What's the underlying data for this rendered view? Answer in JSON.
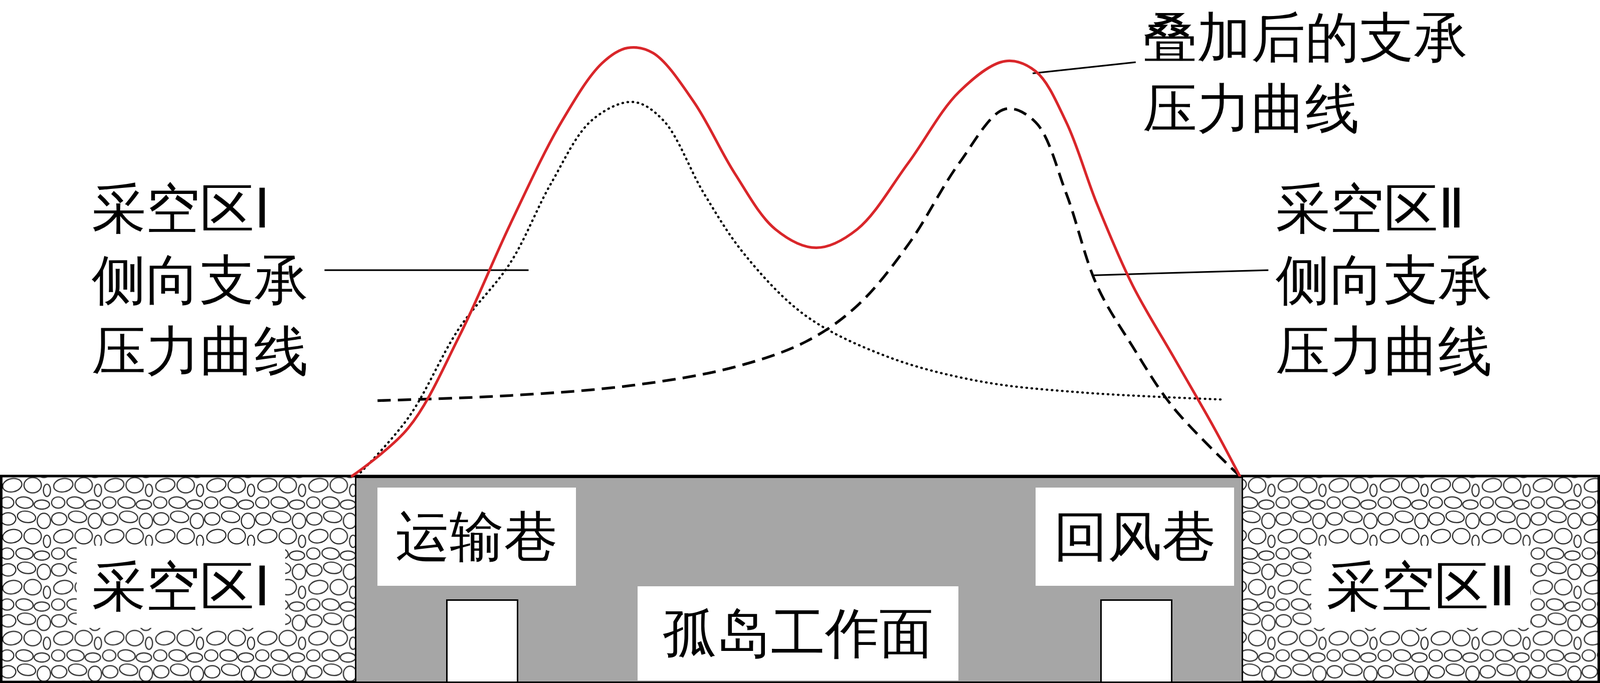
{
  "diagram": {
    "nodes": [
      {
        "text": [
          "采空区Ⅰ"
        ]
      },
      {
        "text": [
          "孤岛工作面"
        ]
      },
      {
        "text": [
          "运输巷"
        ],
        "in": 1
      },
      {
        "text": [
          "回风巷"
        ],
        "in": 1
      },
      {
        "text": [
          "采空区Ⅱ"
        ]
      }
    ],
    "labels": [
      "叠加后的支承 压力曲线",
      "采空区Ⅰ 侧向支承 压力曲线",
      "采空区Ⅱ 侧向支承 压力曲线"
    ]
  }
}
